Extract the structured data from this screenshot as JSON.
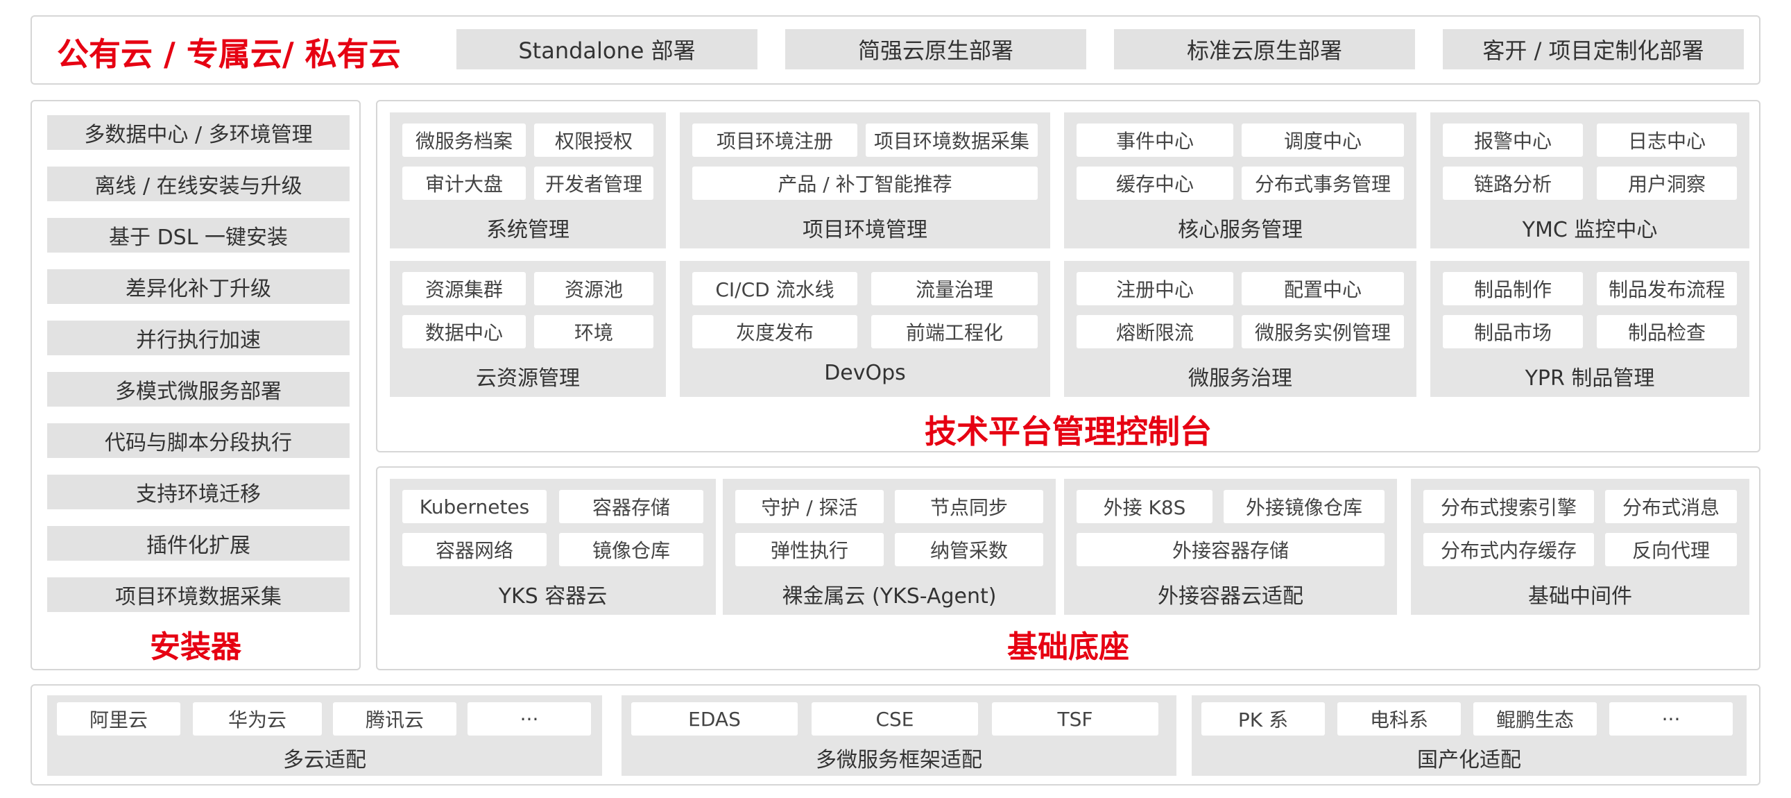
{
  "header": {
    "title": "公有云 / 专属云/ 私有云",
    "deployments": [
      "Standalone 部署",
      "简强云原生部署",
      "标准云原生部署",
      "客开 / 项目定制化部署"
    ]
  },
  "installer": {
    "items": [
      "多数据中心 / 多环境管理",
      "离线 / 在线安装与升级",
      "基于 DSL 一键安装",
      "差异化补丁升级",
      "并行执行加速",
      "多模式微服务部署",
      "代码与脚本分段执行",
      "支持环境迁移",
      "插件化扩展",
      "项目环境数据采集"
    ],
    "title": "安装器"
  },
  "console": {
    "title": "技术平台管理控制台",
    "groups": [
      {
        "label": "系统管理",
        "chips": [
          "微服务档案",
          "权限授权",
          "审计大盘",
          "开发者管理"
        ]
      },
      {
        "label": "项目环境管理",
        "chips": [
          "项目环境注册",
          "项目环境数据采集",
          "产品 / 补丁智能推荐"
        ]
      },
      {
        "label": "核心服务管理",
        "chips": [
          "事件中心",
          "调度中心",
          "缓存中心",
          "分布式事务管理"
        ]
      },
      {
        "label": "YMC 监控中心",
        "chips": [
          "报警中心",
          "日志中心",
          "链路分析",
          "用户洞察"
        ]
      },
      {
        "label": "云资源管理",
        "chips": [
          "资源集群",
          "资源池",
          "数据中心",
          "环境"
        ]
      },
      {
        "label": "DevOps",
        "chips": [
          "CI/CD 流水线",
          "流量治理",
          "灰度发布",
          "前端工程化"
        ]
      },
      {
        "label": "微服务治理",
        "chips": [
          "注册中心",
          "配置中心",
          "熔断限流",
          "微服务实例管理"
        ]
      },
      {
        "label": "YPR 制品管理",
        "chips": [
          "制品制作",
          "制品发布流程",
          "制品市场",
          "制品检查"
        ]
      }
    ]
  },
  "base": {
    "title": "基础底座",
    "groups": [
      {
        "label": "YKS 容器云",
        "chips": [
          "Kubernetes",
          "容器存储",
          "容器网络",
          "镜像仓库"
        ]
      },
      {
        "label": "裸金属云 (YKS-Agent)",
        "chips": [
          "守护 / 探活",
          "节点同步",
          "弹性执行",
          "纳管采数"
        ]
      },
      {
        "label": "外接容器云适配",
        "chips": [
          "外接 K8S",
          "外接镜像仓库",
          "外接容器存储"
        ]
      },
      {
        "label": "基础中间件",
        "chips": [
          "分布式搜索引擎",
          "分布式消息",
          "分布式内存缓存",
          "反向代理"
        ]
      }
    ]
  },
  "adapt": {
    "groups": [
      {
        "label": "多云适配",
        "chips": [
          "阿里云",
          "华为云",
          "腾讯云",
          "···"
        ]
      },
      {
        "label": "多微服务框架适配",
        "chips": [
          "EDAS",
          "CSE",
          "TSF"
        ]
      },
      {
        "label": "国产化适配",
        "chips": [
          "PK 系",
          "电科系",
          "鲲鹏生态",
          "···"
        ]
      }
    ]
  }
}
